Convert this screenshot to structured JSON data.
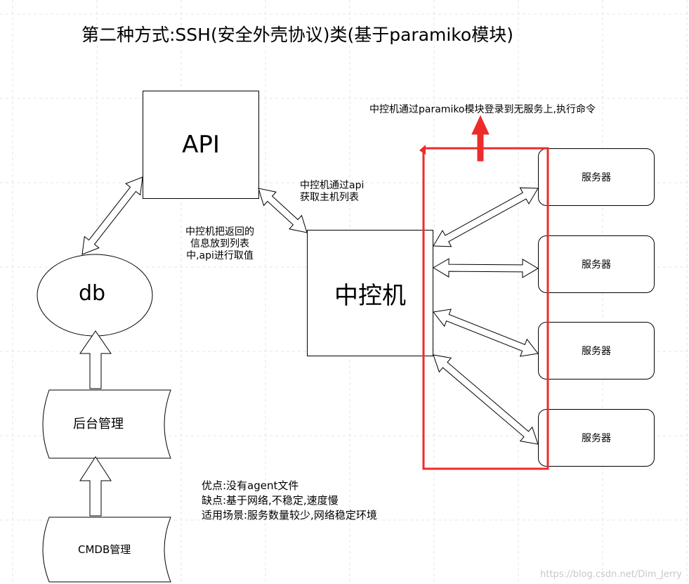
{
  "title": "第二种方式:SSH(安全外壳协议)类(基于paramiko模块)",
  "nodes": {
    "api": "API",
    "controller": "中控机",
    "db": "db",
    "backend": "后台管理",
    "cmdb": "CMDB管理",
    "servers": [
      "服务器",
      "服务器",
      "服务器",
      "服务器"
    ]
  },
  "annotations": {
    "top": "中控机通过paramiko模块登录到无服务上,执行命令",
    "api_fetch": [
      "中控机通过api",
      "获取主机列表"
    ],
    "return_info": [
      "中控机把返回的",
      "信息放到列表",
      "中,api进行取值"
    ]
  },
  "pros_cons": [
    "优点:没有agent文件",
    "缺点:基于网络,不稳定,速度慢",
    "适用场景:服务数量较少,网络稳定环境"
  ],
  "colors": {
    "highlight": "#ee2b2b",
    "grid": "#e4e4e4"
  },
  "watermark": "https://blog.csdn.net/Dim_Jerry"
}
